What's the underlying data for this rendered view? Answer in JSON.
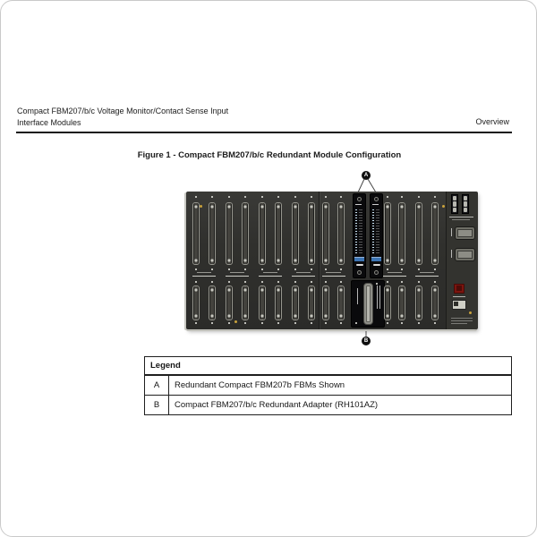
{
  "header": {
    "title_line1": "Compact FBM207/b/c Voltage Monitor/Contact Sense Input",
    "title_line2": "Interface Modules",
    "section": "Overview"
  },
  "figure": {
    "title": "Figure 1 - Compact FBM207/b/c Redundant Module Configuration",
    "callouts": [
      {
        "id": "A"
      },
      {
        "id": "B"
      }
    ]
  },
  "legend": {
    "title": "Legend",
    "rows": [
      {
        "key": "A",
        "text": "Redundant Compact FBM207b FBMs Shown"
      },
      {
        "key": "B",
        "text": "Compact FBM207/b/c Redundant Adapter (RH101AZ)"
      }
    ]
  },
  "colors": {
    "rack_body": "#30302d",
    "module_black": "#0a0a0c",
    "module_band_blue": "#3c74b4",
    "warning_red": "#7c150f",
    "slot_frame": "#96968e",
    "rule_black": "#161616"
  }
}
